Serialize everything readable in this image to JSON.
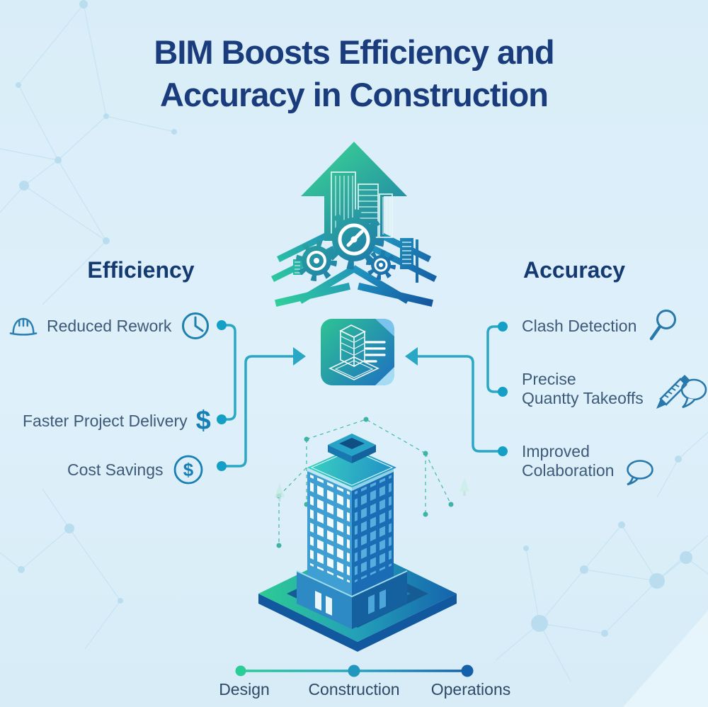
{
  "title": {
    "line1": "BIM Boosts Efficiency and",
    "line2": "Accuracy in Construction"
  },
  "left_column": {
    "heading": "Efficiency",
    "items": [
      {
        "label": "Reduced Rework",
        "icons": [
          "hard-hat-icon",
          "clock-icon"
        ]
      },
      {
        "label": "Faster Project Delivery",
        "icons": [
          "dollar-icon"
        ]
      },
      {
        "label": "Cost Savings",
        "icons": [
          "dollar-circle-icon"
        ]
      }
    ]
  },
  "right_column": {
    "heading": "Accuracy",
    "items": [
      {
        "line1": "Clash Detection",
        "icons": [
          "magnifier-icon"
        ]
      },
      {
        "line1": "Precise",
        "line2": "Quantty Takeoffs",
        "icons": [
          "pencil-ruler-icon",
          "speech-bubble-icon"
        ]
      },
      {
        "line1": "Improved",
        "line2": "Colaboration",
        "icons": [
          "speech-bubble-icon"
        ]
      }
    ]
  },
  "glyphs": {
    "dollar": "$"
  },
  "timeline": {
    "phases": [
      {
        "label": "Design"
      },
      {
        "label": "Construction"
      },
      {
        "label": "Operations"
      }
    ]
  },
  "colors": {
    "background": "#daeef8",
    "title_navy": "#1b3c7c",
    "heading_navy": "#153a72",
    "item_text": "#3d5a78",
    "icon_blue": "#2a80b2",
    "connector_teal": "#2ba7c6",
    "node_dot": "#149fc6",
    "gradient_green": "#38d096",
    "gradient_blue": "#1565b2",
    "timeline_green": "#2bcd97",
    "timeline_teal": "#2196be",
    "timeline_blue": "#1560a8"
  }
}
